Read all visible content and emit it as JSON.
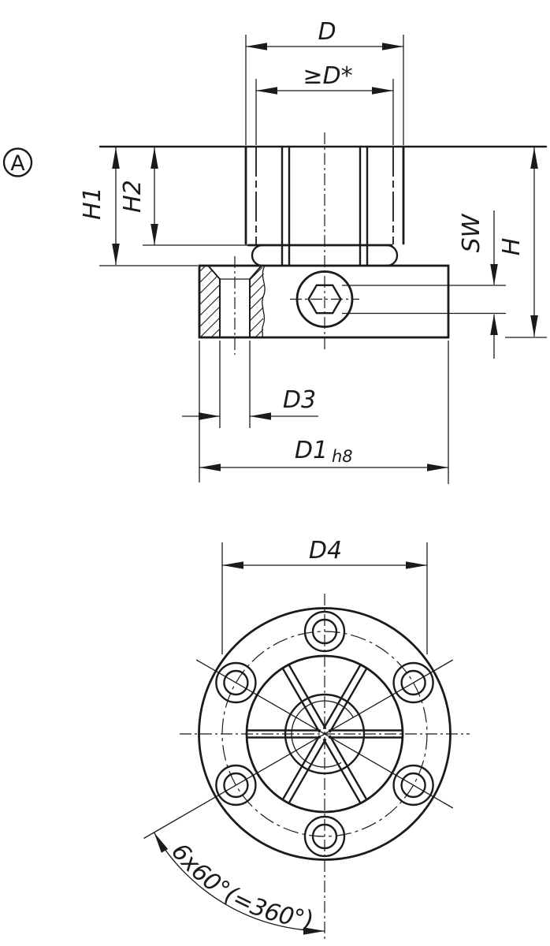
{
  "colors": {
    "line": "#1b1b1b",
    "background": "#ffffff"
  },
  "view_label": "A",
  "side_view": {
    "dim_d": "D",
    "dim_d_min": "≥D*",
    "dim_h1": "H1",
    "dim_h2": "H2",
    "dim_sw": "SW",
    "dim_h": "H",
    "dim_d3": "D3",
    "dim_d1": "D1",
    "dim_d1_tol": "h8"
  },
  "bottom_view": {
    "dim_d4": "D4",
    "dim_angle": "6x60°(=360°)"
  }
}
